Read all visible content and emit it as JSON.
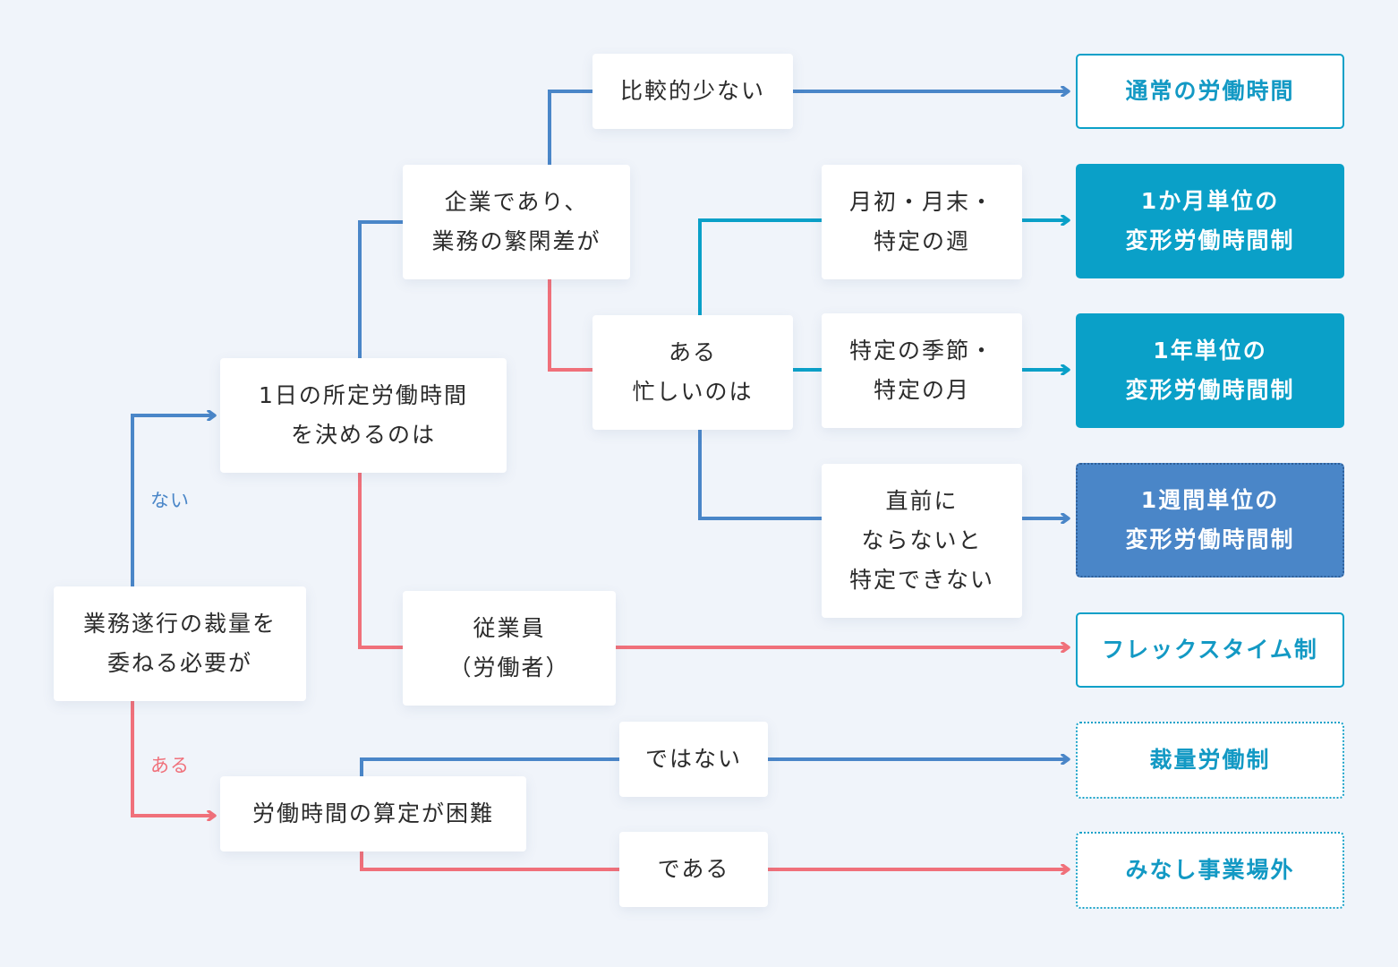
{
  "colors": {
    "background": "#f0f4fa",
    "blue": "#4a86c8",
    "cyan": "#0aa0c8",
    "red": "#f0707a"
  },
  "nodes": {
    "root": [
      "業務遂行の裁量を",
      "委ねる必要が"
    ],
    "fixed_hours": [
      "1日の所定労働時間",
      "を決めるのは"
    ],
    "company": [
      "企業であり、",
      "業務の繁閑差が"
    ],
    "small": [
      "比較的少ない"
    ],
    "busy": [
      "ある",
      "忙しいのは"
    ],
    "month_edge": [
      "月初・月末・",
      "特定の週"
    ],
    "season": [
      "特定の季節・",
      "特定の月"
    ],
    "short_notice": [
      "直前に",
      "ならないと",
      "特定できない"
    ],
    "employee": [
      "従業員",
      "（労働者）"
    ],
    "hard_calc": [
      "労働時間の算定が困難"
    ],
    "not": [
      "ではない"
    ],
    "is": [
      "である"
    ]
  },
  "results": {
    "normal": [
      "通常の労働時間"
    ],
    "monthly": [
      "1か月単位の",
      "変形労働時間制"
    ],
    "yearly": [
      "1年単位の",
      "変形労働時間制"
    ],
    "weekly": [
      "1週間単位の",
      "変形労働時間制"
    ],
    "flex": [
      "フレックスタイム制"
    ],
    "discretion": [
      "裁量労働制"
    ],
    "deemed": [
      "みなし事業場外"
    ]
  },
  "edge_labels": {
    "no": "ない",
    "yes": "ある"
  }
}
